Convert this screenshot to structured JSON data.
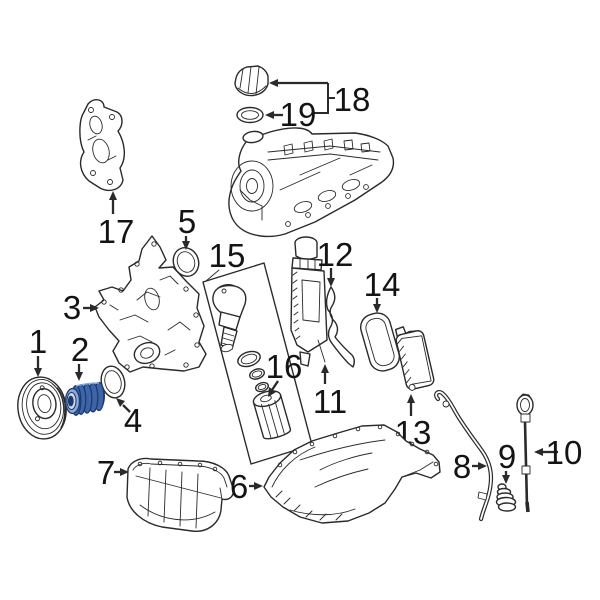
{
  "diagram": {
    "colors": {
      "line": "#2a2a2a",
      "highlight": "#3e64a9",
      "highlight-dark": "#1d3a6e",
      "highlight-light": "#8aa9da",
      "highlight-pale": "#cdd9ee",
      "background": "#ffffff"
    },
    "highlighted_callout": "2",
    "callouts": {
      "c1": "1",
      "c2": "2",
      "c3": "3",
      "c4": "4",
      "c5": "5",
      "c6": "6",
      "c7": "7",
      "c8": "8",
      "c9": "9",
      "c10": "10",
      "c11": "11",
      "c12": "12",
      "c13": "13",
      "c14": "14",
      "c15": "15",
      "c16": "16",
      "c17": "17",
      "c18": "18",
      "c19": "19"
    }
  }
}
